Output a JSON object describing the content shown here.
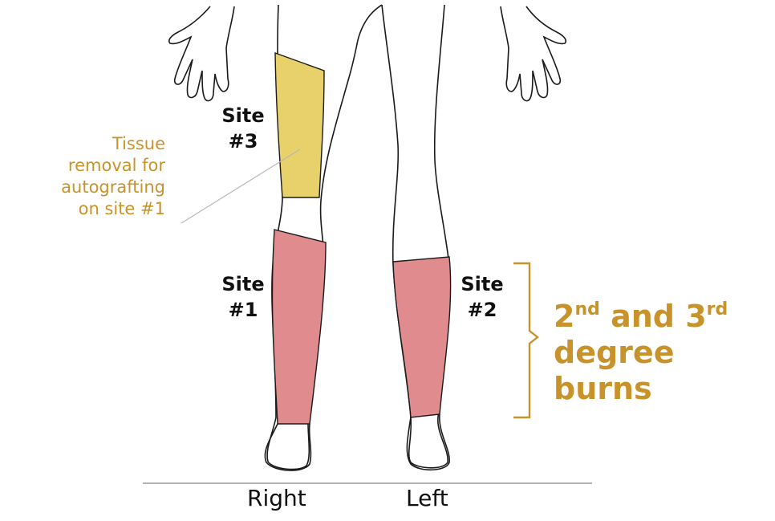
{
  "colors": {
    "donor_site": "#e8d06a",
    "burn_site": "#e08b8d",
    "annotation": "#c8932b",
    "outline": "#1a1a1a"
  },
  "labels": {
    "site3_line1": "Site",
    "site3_line2": "#3",
    "site1_line1": "Site",
    "site1_line2": "#1",
    "site2_line1": "Site",
    "site2_line2": "#2"
  },
  "annotation": {
    "line1": "Tissue",
    "line2": "removal for",
    "line3": "autografting",
    "line4": "on site #1"
  },
  "burns": {
    "prefix_num": "2",
    "prefix_sup": "nd",
    "mid": " and 3",
    "mid_sup": "rd",
    "line2": "degree",
    "line3": "burns"
  },
  "sides": {
    "right": "Right",
    "left": "Left"
  }
}
